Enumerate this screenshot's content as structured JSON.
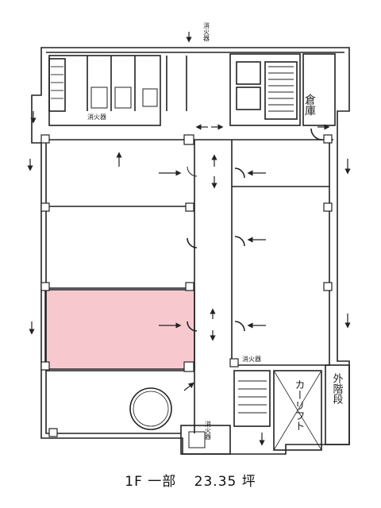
{
  "plan": {
    "highlight_color": "#f7c9cf",
    "wall_color": "#222222",
    "labels": {
      "storage": "倉庫",
      "car_lift": "カーリフト",
      "exterior_stairs": "外階段",
      "fire_ext": "消火器"
    }
  },
  "caption": {
    "floor": "1F 一部",
    "area": "23.35 坪"
  }
}
